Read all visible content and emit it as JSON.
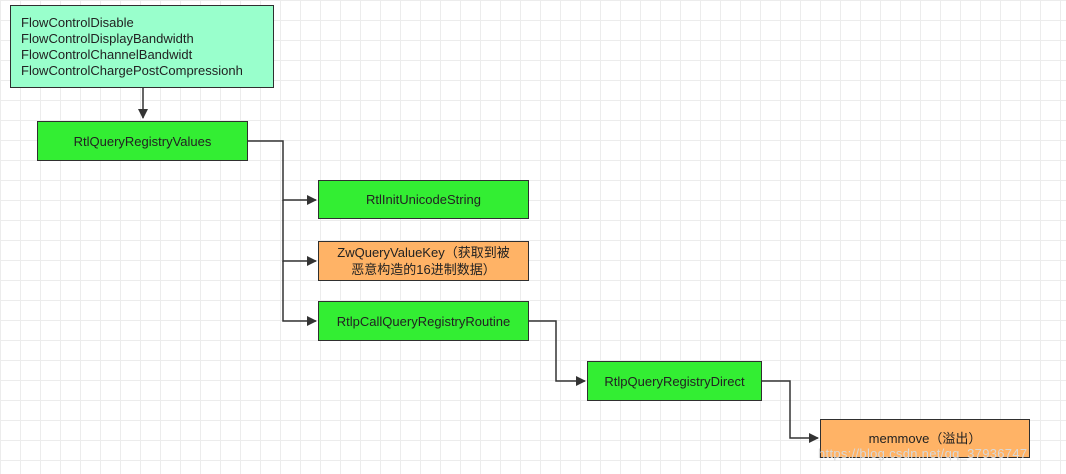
{
  "nodes": {
    "params": {
      "lines": [
        "FlowControlDisable",
        "FlowControlDisplayBandwidth",
        "FlowControlChannelBandwidt",
        "FlowControlChargePostCompressionh"
      ],
      "color": "#99ffcc"
    },
    "rtl_query_registry_values": {
      "label": "RtlQueryRegistryValues",
      "color": "#33ee33"
    },
    "rtl_init_unicode_string": {
      "label": "RtlInitUnicodeString",
      "color": "#33ee33"
    },
    "zw_query_value_key": {
      "label": "ZwQueryValueKey（获取到被\n恶意构造的16进制数据）",
      "color": "#ffb366"
    },
    "rtlp_call_query_registry_routine": {
      "label": "RtlpCallQueryRegistryRoutine",
      "color": "#33ee33"
    },
    "rtlp_query_registry_direct": {
      "label": "RtlpQueryRegistryDirect",
      "color": "#33ee33"
    },
    "memmove": {
      "label": "memmove（溢出）",
      "color": "#ffb366"
    }
  },
  "watermark": "https://blog.csdn.net/qq_37936747"
}
